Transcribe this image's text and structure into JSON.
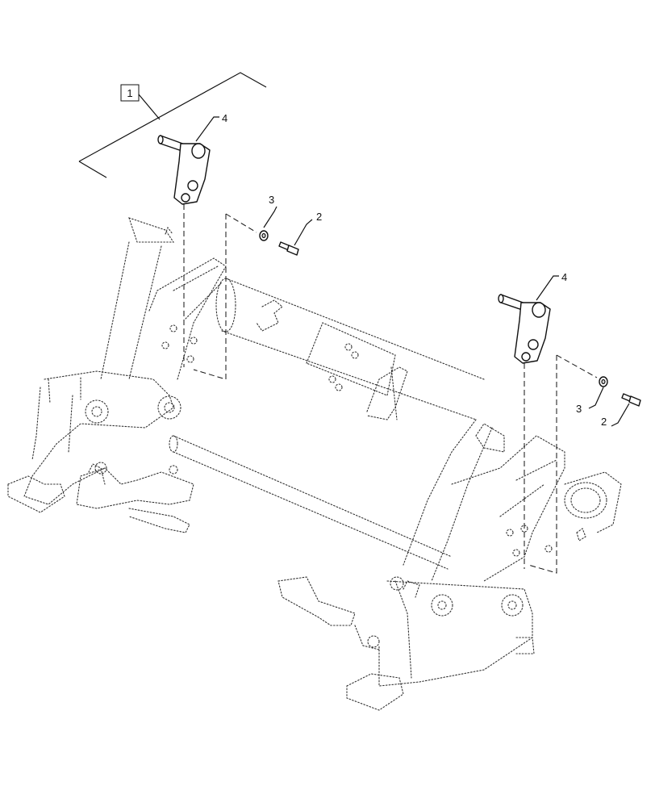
{
  "callouts": {
    "assembly": "1",
    "bolt_left": "2",
    "washer_left": "3",
    "bracket_left": "4",
    "bolt_right": "2",
    "washer_right": "3",
    "bracket_right": "4"
  }
}
